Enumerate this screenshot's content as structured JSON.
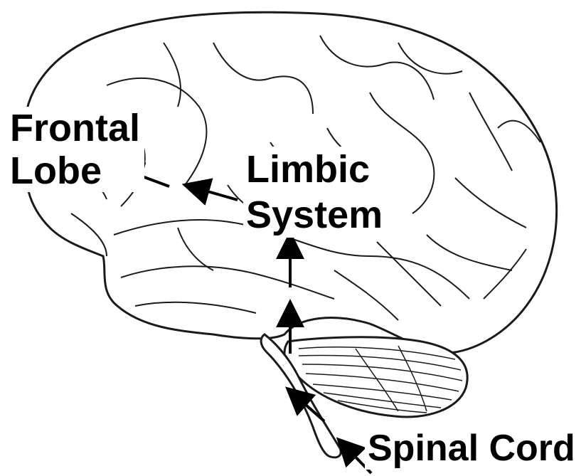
{
  "diagram": {
    "labels": {
      "frontal_line1": "Frontal",
      "frontal_line2": "Lobe",
      "limbic_line1": "Limbic",
      "limbic_line2": "System",
      "spinal": "Spinal Cord"
    },
    "colors": {
      "outline": "#1a1a1a",
      "text": "#000000",
      "background": "#ffffff"
    }
  }
}
